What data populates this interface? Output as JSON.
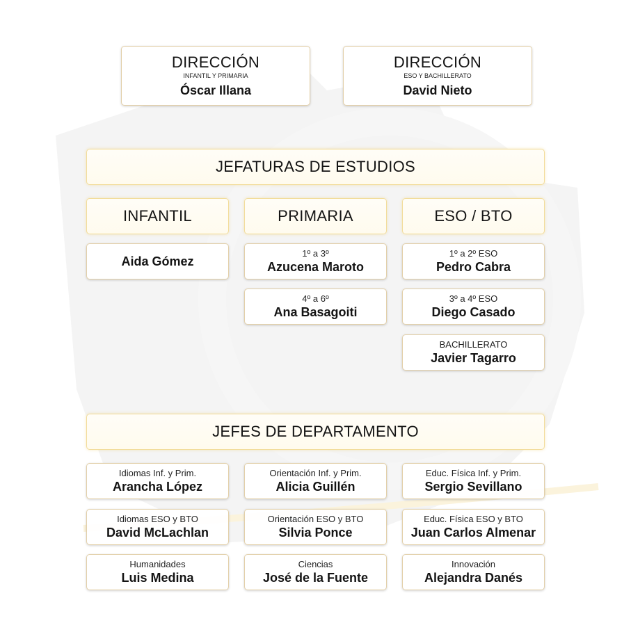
{
  "direction": [
    {
      "title": "DIRECCIÓN",
      "subtitle": "INFANTIL Y PRIMARIA",
      "name": "Óscar Illana"
    },
    {
      "title": "DIRECCIÓN",
      "subtitle": "ESO Y BACHILLERATO",
      "name": "David Nieto"
    }
  ],
  "jefaturas": {
    "title": "JEFATURAS DE ESTUDIOS",
    "columns": [
      {
        "label": "INFANTIL",
        "people": [
          {
            "role": "",
            "name": "Aida Gómez"
          }
        ]
      },
      {
        "label": "PRIMARIA",
        "people": [
          {
            "role": "1º a 3º",
            "name": "Azucena Maroto"
          },
          {
            "role": "4º a 6º",
            "name": "Ana Basagoiti"
          }
        ]
      },
      {
        "label": "ESO / BTO",
        "people": [
          {
            "role": "1º a 2º ESO",
            "name": "Pedro Cabra"
          },
          {
            "role": "3º a 4º ESO",
            "name": "Diego Casado"
          },
          {
            "role": "BACHILLERATO",
            "name": "Javier Tagarro"
          }
        ]
      }
    ]
  },
  "departamentos": {
    "title": "JEFES DE DEPARTAMENTO",
    "rows": [
      [
        {
          "role": "Idiomas  Inf. y Prim.",
          "name": "Arancha López"
        },
        {
          "role": "Orientación Inf. y Prim.",
          "name": "Alicia Guillén"
        },
        {
          "role": "Educ. Física Inf. y Prim.",
          "name": "Sergio Sevillano"
        }
      ],
      [
        {
          "role": "Idiomas  ESO y BTO",
          "name": "David McLachlan"
        },
        {
          "role": "Orientación ESO y BTO",
          "name": "Silvia Ponce"
        },
        {
          "role": "Educ. Física  ESO y BTO",
          "name": "Juan Carlos Almenar"
        }
      ],
      [
        {
          "role": "Humanidades",
          "name": "Luis Medina"
        },
        {
          "role": "Ciencias",
          "name": "José de la Fuente"
        },
        {
          "role": "Innovación",
          "name": "Alejandra Danés"
        }
      ]
    ]
  }
}
